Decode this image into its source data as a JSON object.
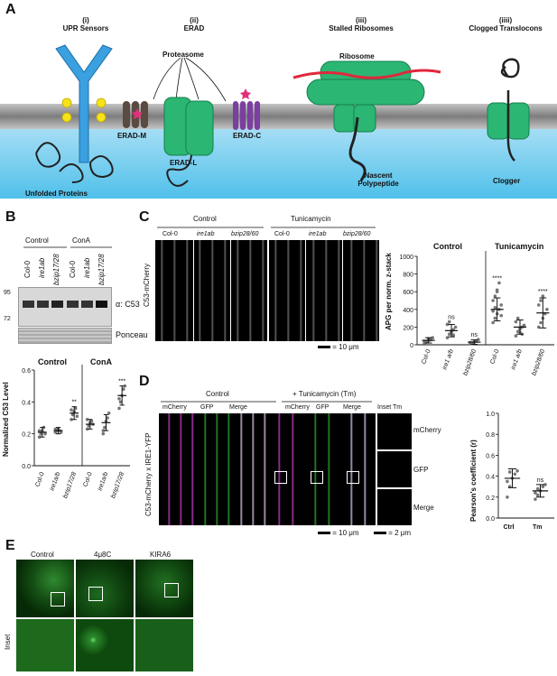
{
  "panelA": {
    "letter": "A",
    "cols": [
      {
        "num": "(i)",
        "title": "UPR Sensors"
      },
      {
        "num": "(ii)",
        "title": "ERAD"
      },
      {
        "num": "(iii)",
        "title": "Stalled Ribosomes"
      },
      {
        "num": "(iiii)",
        "title": "Clogged Translocons"
      }
    ],
    "labels": {
      "proteasome": "Proteasome",
      "erad_m": "ERAD-M",
      "erad_c": "ERAD-C",
      "erad_l": "ERAD-L",
      "ribosome": "Ribosome",
      "nascent1": "Nascent",
      "nascent2": "Polypeptide",
      "clogger": "Clogger",
      "unfolded": "Unfolded Proteins"
    },
    "colors": {
      "er_lumen": "#8fd6f2",
      "membrane": "#9a9a9a",
      "sensor": "#3aa0e0",
      "green": "#2bb673",
      "purple": "#7a3fa0",
      "brown": "#5a4a42",
      "red_chain": "#e0283c",
      "yellow": "#f5e21a"
    }
  },
  "panelB": {
    "letter": "B",
    "groups": [
      "Control",
      "ConA"
    ],
    "lanes": [
      "Col-0",
      "ire1ab",
      "bzip17/28",
      "Col-0",
      "ire1ab",
      "bzip17/28"
    ],
    "mw": [
      "95",
      "72"
    ],
    "blot_labels": [
      "α: C53",
      "Ponceau"
    ],
    "chart_data": {
      "type": "scatter",
      "ylabel": "Normalized C53 Level",
      "ylim": [
        0,
        0.6
      ],
      "yticks": [
        "0.0",
        "0.2",
        "0.4",
        "0.6"
      ],
      "groups": [
        "Control",
        "ConA"
      ],
      "categories": [
        "Col-0",
        "ire1a/b",
        "bzip17/28",
        "Col-0",
        "ire1a/b",
        "bzip17/28"
      ],
      "means": [
        0.21,
        0.22,
        0.33,
        0.26,
        0.27,
        0.44
      ],
      "sd": [
        0.03,
        0.02,
        0.04,
        0.03,
        0.05,
        0.06
      ],
      "points": [
        [
          0.18,
          0.2,
          0.22,
          0.24,
          0.2,
          0.22
        ],
        [
          0.21,
          0.22,
          0.23,
          0.22,
          0.21,
          0.23
        ],
        [
          0.29,
          0.32,
          0.34,
          0.36,
          0.31,
          0.35
        ],
        [
          0.23,
          0.25,
          0.27,
          0.28,
          0.26,
          0.29
        ],
        [
          0.2,
          0.24,
          0.28,
          0.3,
          0.33,
          0.22
        ],
        [
          0.36,
          0.4,
          0.44,
          0.48,
          0.5,
          0.42
        ]
      ],
      "significance": [
        "",
        "",
        "**",
        "",
        "",
        "***"
      ]
    }
  },
  "panelC": {
    "letter": "C",
    "groups": [
      "Control",
      "Tunicamycin"
    ],
    "lanes": [
      "Col-0",
      "ire1ab",
      "bzip28/60",
      "Col-0",
      "ire1ab",
      "bzip28/60"
    ],
    "side_label": "C53-mCherry",
    "scalebar": "= 10 μm",
    "chart_data": {
      "type": "scatter",
      "ylabel": "APG per norm. z-stack",
      "ylim": [
        0,
        1000
      ],
      "yticks": [
        "0",
        "200",
        "400",
        "600",
        "800",
        "1000"
      ],
      "groups": [
        "Control",
        "Tunicamycin"
      ],
      "categories": [
        "Col-0",
        "ire1 a/b",
        "bzip28/60",
        "Col-0",
        "ire1 a/b",
        "bzip28/60"
      ],
      "means": [
        50,
        160,
        30,
        400,
        200,
        360
      ],
      "sd": [
        30,
        70,
        25,
        130,
        80,
        170
      ],
      "points": [
        [
          20,
          35,
          50,
          60,
          80,
          40,
          30,
          70,
          55
        ],
        [
          80,
          120,
          150,
          170,
          200,
          230,
          260,
          140,
          110
        ],
        [
          10,
          20,
          30,
          40,
          60,
          25,
          15
        ],
        [
          250,
          300,
          350,
          400,
          450,
          500,
          550,
          620,
          700,
          330,
          380,
          420,
          600
        ],
        [
          100,
          150,
          180,
          200,
          220,
          260,
          300,
          140,
          120
        ],
        [
          200,
          250,
          300,
          350,
          400,
          450,
          500,
          550
        ]
      ],
      "significance": [
        "",
        "ns",
        "ns",
        "****",
        "",
        "****"
      ]
    }
  },
  "panelD": {
    "letter": "D",
    "groups": [
      "Control",
      "+ Tunicamycin (Tm)"
    ],
    "channels": [
      "mCherry",
      "GFP",
      "Merge",
      "mCherry",
      "GFP",
      "Merge"
    ],
    "inset_title": "Inset Tm",
    "inset_labels": [
      "mCherry",
      "GFP",
      "Merge"
    ],
    "side_label": "C53-mCherry x IRE1-YFP",
    "scalebar1": "= 10 μm",
    "scalebar2": "= 2 μm",
    "chart_data": {
      "type": "scatter",
      "ylabel": "Pearson's coefficient (r)",
      "ylim": [
        0,
        1.0
      ],
      "yticks": [
        "0.0",
        "0.2",
        "0.4",
        "0.6",
        "0.8",
        "1.0"
      ],
      "categories": [
        "Ctrl",
        "Tm"
      ],
      "means": [
        0.38,
        0.26
      ],
      "sd": [
        0.09,
        0.06
      ],
      "points": [
        [
          0.2,
          0.3,
          0.38,
          0.42,
          0.45,
          0.35,
          0.44
        ],
        [
          0.18,
          0.22,
          0.26,
          0.3,
          0.32,
          0.24,
          0.28
        ]
      ],
      "significance": [
        "",
        "ns"
      ]
    }
  },
  "panelE": {
    "letter": "E",
    "columns": [
      "Control",
      "4μ8C",
      "KIRA6"
    ],
    "row_label": "Inset"
  }
}
